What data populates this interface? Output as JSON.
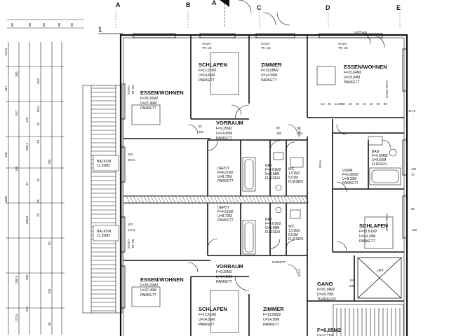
{
  "axes": {
    "cols": [
      "A",
      "B",
      "A",
      "C",
      "D",
      "E"
    ],
    "row": "1"
  },
  "left_dims": {
    "col1": [
      "172,5",
      "617",
      "160",
      "1848"
    ],
    "col2": [
      "380",
      "457",
      "570",
      "906,7",
      "180",
      "97",
      "555,8",
      "400",
      "617",
      "172,5",
      "208,5"
    ],
    "col3": [
      "93,5",
      "55,5",
      "10",
      "33",
      "205",
      "10",
      "35",
      "10",
      "50",
      "235",
      "85"
    ]
  },
  "top_dims": [
    "88",
    "88",
    "88",
    "88",
    "88"
  ],
  "rooms": [
    {
      "name": "ESSEN/WOHNEN",
      "area": "F=33,20M2",
      "perimeter": "U=27,49M",
      "floor": "PARKETT"
    },
    {
      "name": "SCHLAFEN",
      "area": "F=12,91M2",
      "perimeter": "U=14,56M",
      "floor": "PARKETT"
    },
    {
      "name": "ZIMMER",
      "area": "F=13,08M2",
      "perimeter": "U=14,56M",
      "floor": "PARKETT"
    },
    {
      "name": "ESSEN/WOHNEN",
      "area": "F=23,64M2",
      "perimeter": "U=19,94M",
      "floor": "PARKETT"
    },
    {
      "name": "VORRAUM",
      "area": "F=9,25M2",
      "perimeter": "U=14,65M",
      "floor": "PARKETT"
    },
    {
      "name": "DEPOT",
      "area": "F=4,61M2",
      "perimeter": "U=8,72M",
      "floor": "PARKETT"
    },
    {
      "name": "BAD",
      "area": "F=4,61M2",
      "perimeter": "U=8,68M",
      "floor": "FLIESEN"
    },
    {
      "name": "WC",
      "area": "1,51M2",
      "perimeter": "5,01M",
      "floor": "FLIESEN"
    },
    {
      "name": "BAD",
      "area": "F=4,69M2",
      "perimeter": "U=8,65M",
      "floor": "FLIESEN"
    },
    {
      "name": "VORR.",
      "area": "F=5,08M2",
      "perimeter": "U=8,20M",
      "floor": "PARKETT"
    },
    {
      "name": "BALKON",
      "area": "11,35M2",
      "perimeter": "",
      "floor": ""
    },
    {
      "name": "SCHLAFEN",
      "area": "F=12,81M2",
      "perimeter": "U=14,34M",
      "floor": "PARKETT"
    },
    {
      "name": "DEPOT",
      "area": "F=4,61M2",
      "perimeter": "U=8,72M",
      "floor": "PARKETT"
    },
    {
      "name": "BAD",
      "area": "F=4,61M2",
      "perimeter": "U=8,68M",
      "floor": "FLIESEN"
    },
    {
      "name": "WC",
      "area": "1,51M2",
      "perimeter": "5,01M",
      "floor": "FLIESEN"
    },
    {
      "name": "BALKON",
      "area": "11,35M2",
      "perimeter": "",
      "floor": ""
    },
    {
      "name": "VORRAUM",
      "area": "F=9,25M2",
      "perimeter": "U=14,65M",
      "floor": "PARKETT"
    },
    {
      "name": "ESSEN/WOHNEN",
      "area": "F=33,20M2",
      "perimeter": "U=27,49M",
      "floor": "PARKETT"
    },
    {
      "name": "GANG",
      "area": "F=15,14M2",
      "perimeter": "U=24,75M",
      "floor": "TERRAZZO"
    },
    {
      "name": "SCHLAFEN",
      "area": "F=12,91M2",
      "perimeter": "U=14,56M",
      "floor": "PARKETT"
    },
    {
      "name": "ZIMMER",
      "area": "F=13,08M2",
      "perimeter": "U=14,58M",
      "floor": "PARKETT"
    },
    {
      "name": "",
      "area": "F=6,85M2",
      "perimeter": "U=12,31M",
      "floor": ""
    }
  ],
  "misc": {
    "lift": "LIFT",
    "stuk": "STUK+",
    "tr_uk": "TR. UK",
    "stuk_rph": "STUK+ RPH+",
    "parkett": "PARKETT",
    "seg_note": "SEG: 100",
    "window_dims": [
      "100",
      "207,5",
      "100",
      "217,5",
      "90",
      "200",
      "80",
      "200",
      "80",
      "200",
      "110",
      "200",
      "120",
      "70",
      "65"
    ],
    "ws_marks": [
      "W 5,5",
      "W 5,6",
      "W 5,4"
    ],
    "ruler": [
      "3,5",
      "25",
      "11,50",
      "50",
      "10",
      "50",
      "15",
      "10",
      "80",
      "80"
    ],
    "dim_100": "100",
    "dim_117": "117,5"
  }
}
